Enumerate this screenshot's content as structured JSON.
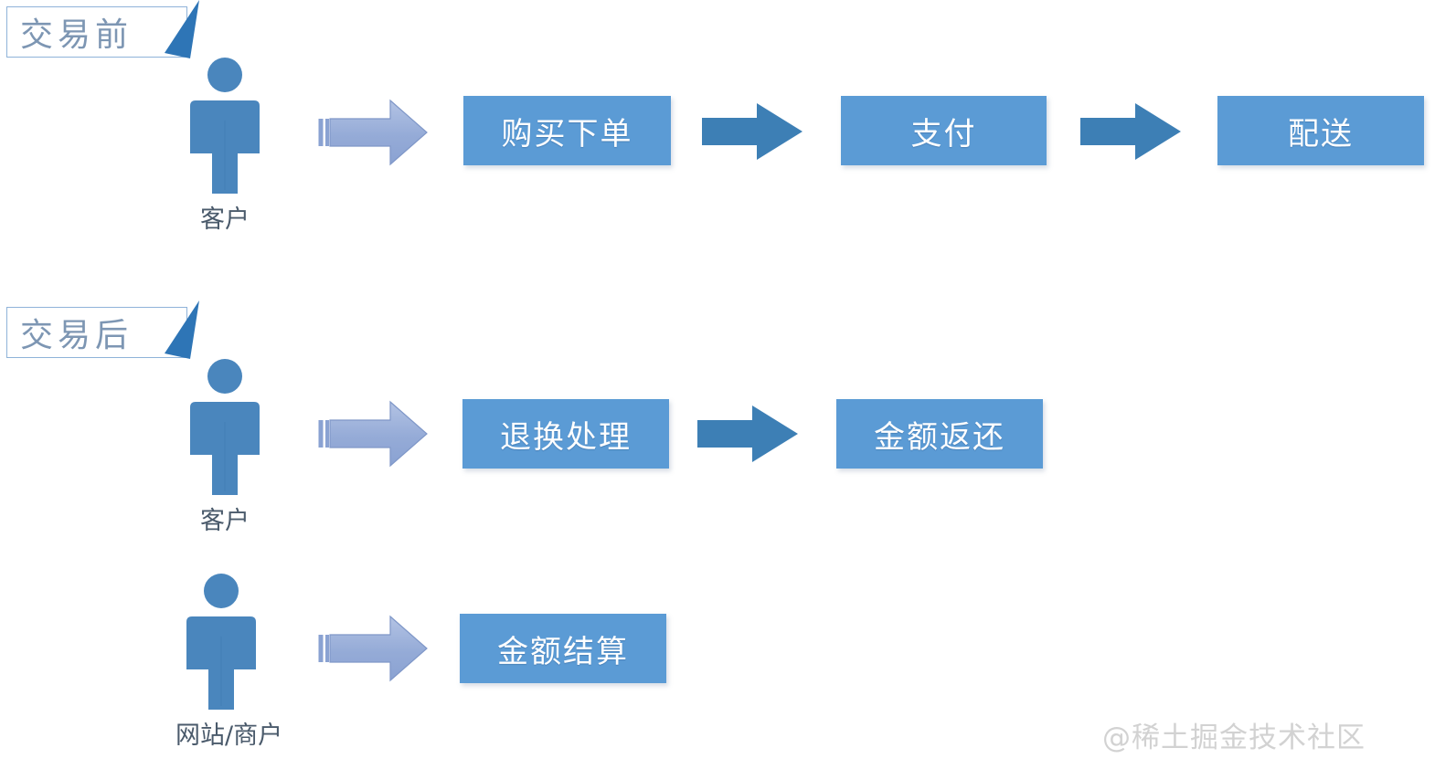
{
  "diagram": {
    "title_text": "",
    "background_color": "#ffffff",
    "colors": {
      "box_fill": "#5b9bd5",
      "box_text": "#ffffff",
      "arrow_light": "#9bb2dc",
      "arrow_dark": "#3d7fb5",
      "person_fill": "#4a86bd",
      "banner_border": "#8fb3d9",
      "banner_text": "#7d96b3",
      "banner_wedge": "#2e75b6",
      "label_text": "#4a5a6b",
      "watermark_text": "#d2d2d2"
    },
    "sections": [
      {
        "id": "pre-transaction",
        "banner_label": "交易前",
        "actor": {
          "icon": "person-icon",
          "label": "客户"
        },
        "steps": [
          {
            "label": "购买下单"
          },
          {
            "label": "支付"
          },
          {
            "label": "配送"
          }
        ],
        "connectors": [
          {
            "type": "arrow-light-icon"
          },
          {
            "type": "arrow-dark-icon"
          },
          {
            "type": "arrow-dark-icon"
          }
        ]
      },
      {
        "id": "post-transaction",
        "banner_label": "交易后",
        "rows": [
          {
            "actor": {
              "icon": "person-icon",
              "label": "客户"
            },
            "steps": [
              {
                "label": "退换处理"
              },
              {
                "label": "金额返还"
              }
            ],
            "connectors": [
              {
                "type": "arrow-light-icon"
              },
              {
                "type": "arrow-dark-icon"
              }
            ]
          },
          {
            "actor": {
              "icon": "person-icon",
              "label": "网站/商户"
            },
            "steps": [
              {
                "label": "金额结算"
              }
            ],
            "connectors": [
              {
                "type": "arrow-light-icon"
              }
            ]
          }
        ]
      }
    ],
    "watermark": "@稀土掘金技术社区"
  }
}
